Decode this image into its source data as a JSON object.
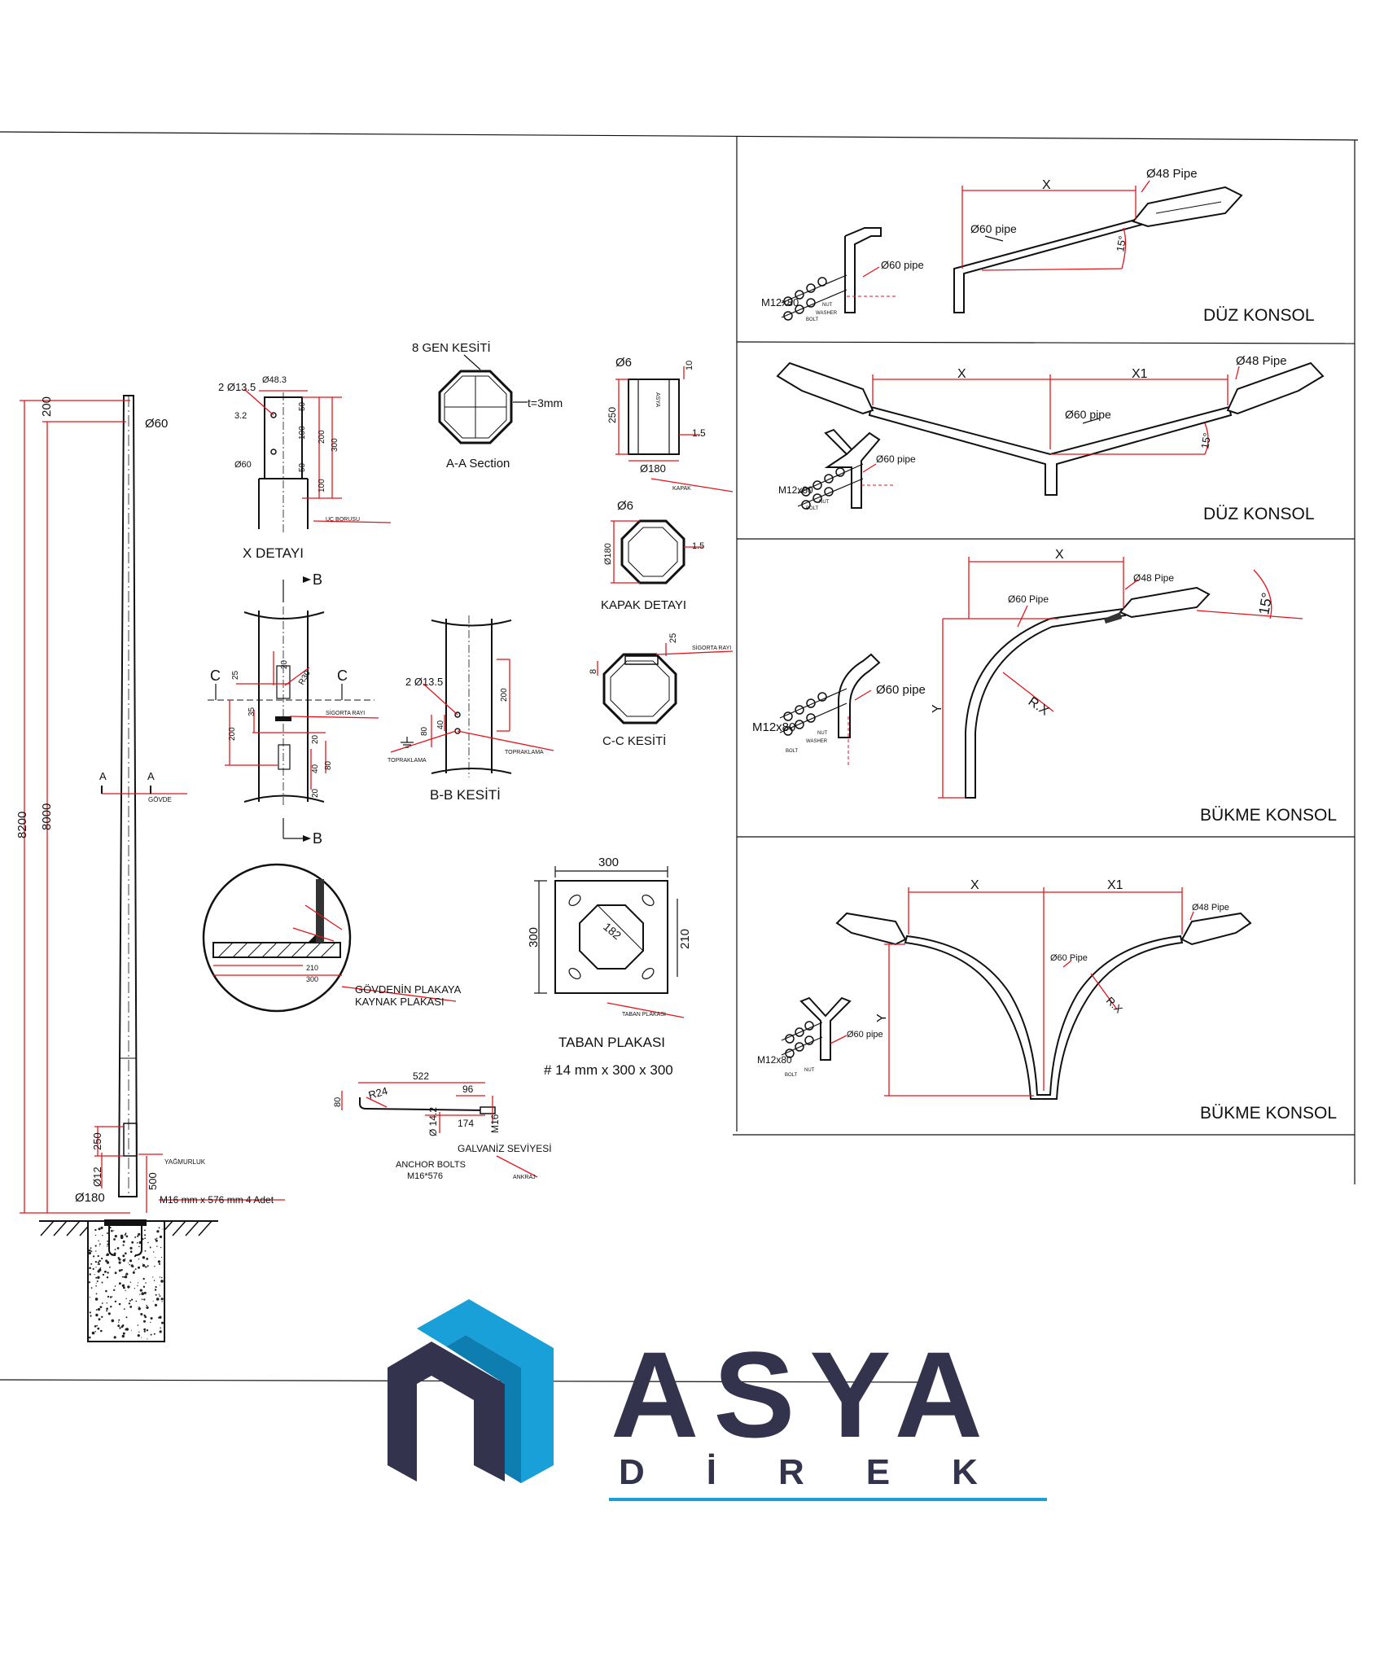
{
  "colors": {
    "line": "#111111",
    "dim": "#e0161b",
    "logo_dark": "#33334d",
    "logo_blue": "#1aa0d8"
  },
  "pole": {
    "d_top": "Ø60",
    "h_top": "200",
    "h_total": "8200",
    "h_body": "8000",
    "section": "A",
    "govde": "GÖVDE",
    "h_base1": "250",
    "h_base2": "500",
    "d_base": "Ø180",
    "d_12": "Ø12",
    "yagmurluk": "YAĞMURLUK",
    "anchor_note": "M16 mm x 576 mm 4 Adet"
  },
  "x_detail": {
    "title": "X DETAYI",
    "holes": "2 Ø13.5",
    "d48": "Ø48.3",
    "d60": "Ø60",
    "w": "3.2",
    "dims": [
      "50",
      "100",
      "50",
      "200",
      "300",
      "100"
    ],
    "tag": "UÇ BORUSU"
  },
  "octagon": {
    "title": "8 GEN KESİTİ",
    "t": "t=3mm",
    "caption": "A-A Section"
  },
  "cap": {
    "d6": "Ø6",
    "h": "250",
    "top": "10",
    "t": "1.5",
    "d": "Ø180",
    "tag": "KAPAK",
    "brand": "ASYA",
    "detail_title": "KAPAK DETAYI",
    "d6b": "Ø6",
    "d180": "Ø180",
    "t2": "1.5"
  },
  "cc": {
    "title": "C-C KESİTİ",
    "d25": "25",
    "d8": "8",
    "tag": "SİGORTA RAYI"
  },
  "sigorta": {
    "label_c": "C",
    "r": "R30",
    "d25": "25",
    "d20": "20",
    "d35": "35",
    "d200": "200",
    "d20b": "20",
    "d40": "40",
    "d80": "80",
    "d20c": "20",
    "tag": "SİGORTA RAYI",
    "label_b": "B"
  },
  "bb": {
    "title": "B-B KESİTİ",
    "holes": "2 Ø13.5",
    "d80": "80",
    "d40": "40",
    "d200": "200",
    "tag": "TOPRAKLAMA"
  },
  "weld": {
    "d210": "210",
    "d300": "300",
    "note1": "GÖVDENİN PLAKAYA",
    "note2": "KAYNAK PLAKASI"
  },
  "base": {
    "w": "300",
    "h": "300",
    "d": "182",
    "h2": "210",
    "tag": "TABAN PLAKASI",
    "title": "TABAN PLAKASI",
    "spec": "# 14 mm x 300 x 300"
  },
  "anchor": {
    "l": "522",
    "r": "R24",
    "h": "80",
    "l2": "96",
    "d": "Ø 14.2",
    "l3": "174",
    "m": "M16",
    "galv": "GALVANİZ SEVİYESİ",
    "title": "ANCHOR BOLTS",
    "spec": "M16*576",
    "tag": "ANKRAJ"
  },
  "panels": [
    {
      "title": "DÜZ KONSOL",
      "x": "X",
      "pipe48": "Ø48 Pipe",
      "pipe60": "Ø60 pipe",
      "angle": "15°",
      "bolt": "M12x80",
      "pipe60s": "Ø60 pipe"
    },
    {
      "title": "DÜZ KONSOL",
      "x": "X",
      "x1": "X1",
      "pipe48": "Ø48 Pipe",
      "pipe60": "Ø60 pipe",
      "angle": "15°",
      "bolt": "M12x80",
      "pipe60s": "Ø60 pipe"
    },
    {
      "title": "BÜKME KONSOL",
      "x": "X",
      "y": "Y",
      "rx": "R.X",
      "pipe48": "Ø48 Pipe",
      "pipe60": "Ø60 Pipe",
      "angle": "15°",
      "bolt": "M12x80",
      "pipe60s": "Ø60 pipe"
    },
    {
      "title": "BÜKME KONSOL",
      "x": "X",
      "x1": "X1",
      "y": "Y",
      "rx": "R.X",
      "pipe48": "Ø48 Pipe",
      "pipe60": "Ø60 Pipe",
      "bolt": "M12x80",
      "pipe60s": "Ø60 pipe"
    }
  ],
  "small_tags": {
    "bolt": "BOLT",
    "nut": "NUT",
    "washer": "WASHER"
  },
  "logo": {
    "name": "ASYA",
    "sub": "DİREK"
  }
}
